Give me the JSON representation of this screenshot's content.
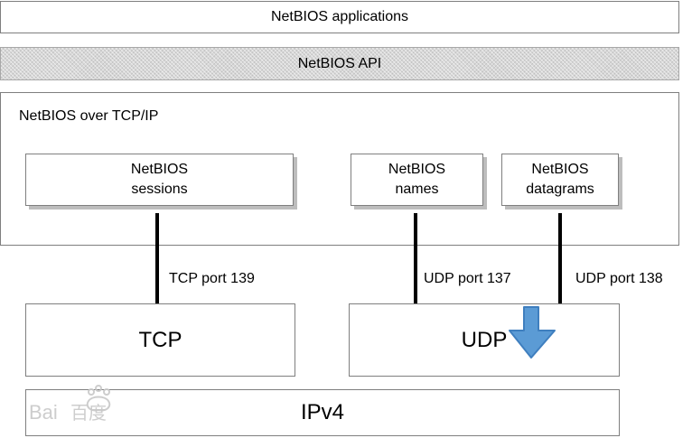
{
  "layers": {
    "applications": "NetBIOS applications",
    "api": "NetBIOS API",
    "over_tcpip": "NetBIOS over TCP/IP"
  },
  "services": {
    "sessions": {
      "line1": "NetBIOS",
      "line2": "sessions"
    },
    "names": {
      "line1": "NetBIOS",
      "line2": "names"
    },
    "datagrams": {
      "line1": "NetBIOS",
      "line2": "datagrams"
    }
  },
  "ports": {
    "tcp": "TCP port 139",
    "udp_names": "UDP port 137",
    "udp_datagrams": "UDP port 138"
  },
  "transport": {
    "tcp": "TCP",
    "udp": "UDP"
  },
  "network": {
    "ipv4": "IPv4"
  },
  "watermark": {
    "text": "Bai百度",
    "color": "#c8c8c8"
  },
  "arrow": {
    "icon": "arrow-down-icon",
    "color": "#5b9bd5"
  }
}
